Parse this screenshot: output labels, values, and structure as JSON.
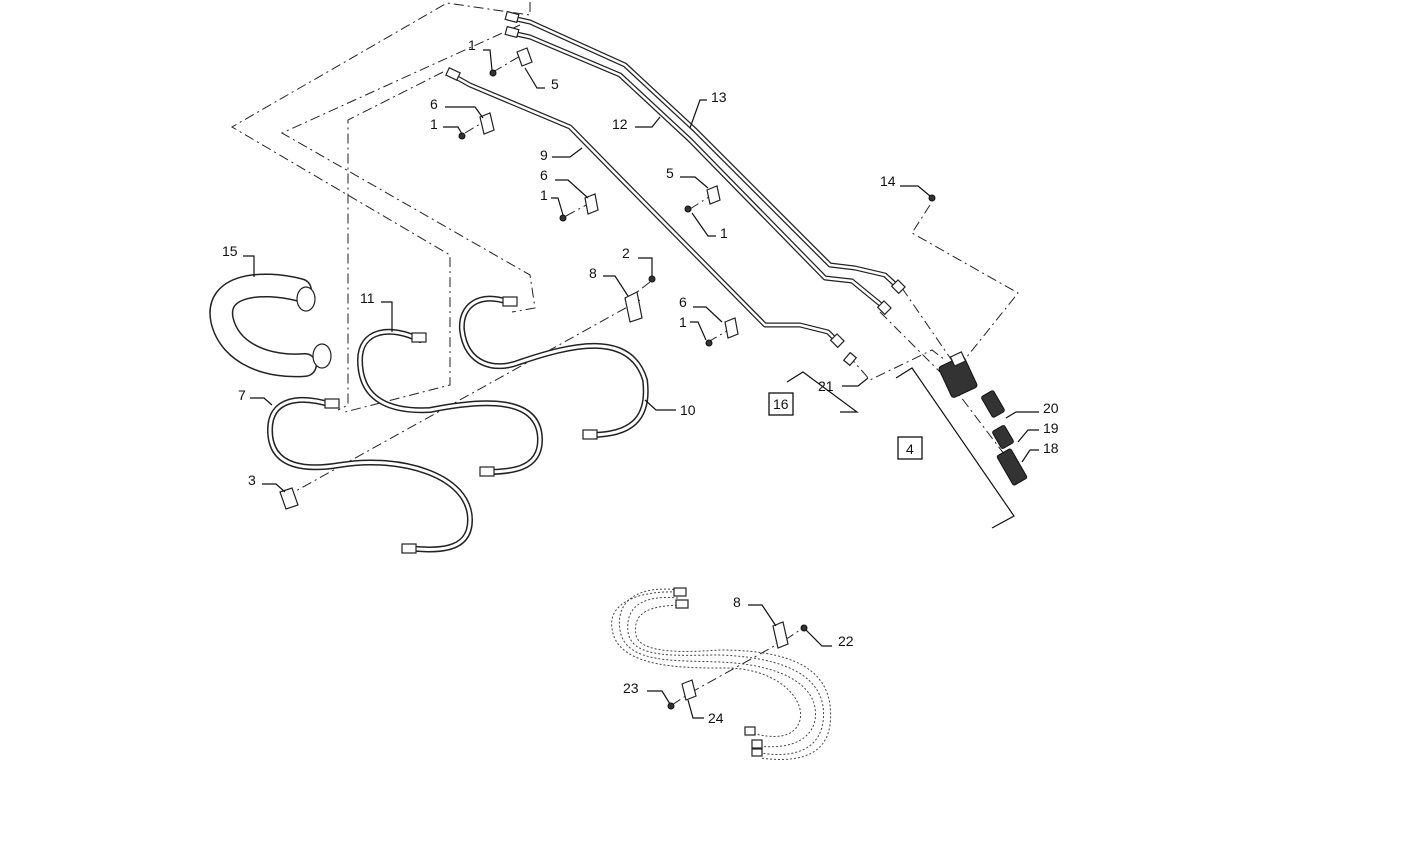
{
  "callouts": {
    "c1a": "1",
    "c5a": "5",
    "c6a": "6",
    "c1b": "1",
    "c12": "12",
    "c13": "13",
    "c9": "9",
    "c6b": "6",
    "c1c": "1",
    "c5b": "5",
    "c1d": "1",
    "c14": "14",
    "c15": "15",
    "c2": "2",
    "c8a": "8",
    "c11": "11",
    "c6c": "6",
    "c1e": "1",
    "c7": "7",
    "c10": "10",
    "c21": "21",
    "c16": "16",
    "c20": "20",
    "c19": "19",
    "c18": "18",
    "c4": "4",
    "c3": "3",
    "c8b": "8",
    "c22": "22",
    "c23": "23",
    "c24": "24"
  }
}
